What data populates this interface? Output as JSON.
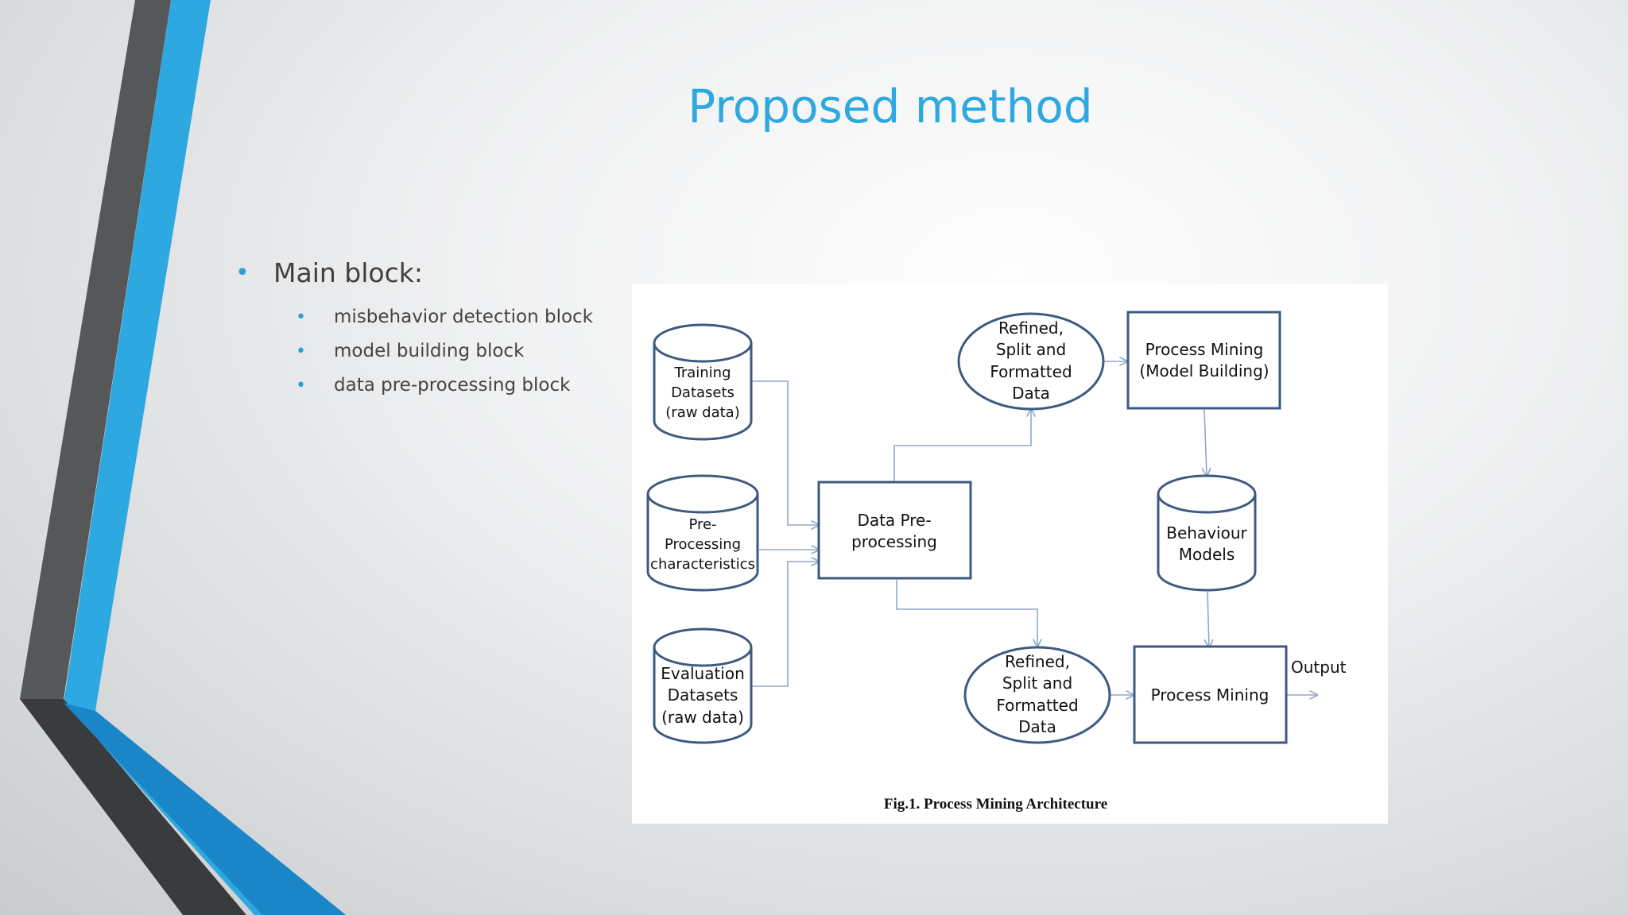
{
  "slide": {
    "title": "Proposed method",
    "bullet": "Main block:",
    "sub_bullets": [
      "misbehavior detection block",
      "model building block",
      "data pre-processing block"
    ]
  },
  "diagram": {
    "caption": "Fig.1. Process Mining Architecture",
    "nodes": {
      "training": [
        "Training",
        "Datasets",
        "(raw data)"
      ],
      "preproc_char": [
        "Pre-",
        "Processing",
        "characteristics"
      ],
      "evaluation": [
        "Evaluation",
        "Datasets",
        "(raw data)"
      ],
      "data_preproc": [
        "Data Pre-",
        "processing"
      ],
      "refined_top": [
        "Refined,",
        "Split and",
        "Formatted",
        "Data"
      ],
      "refined_bottom": [
        "Refined,",
        "Split and",
        "Formatted",
        "Data"
      ],
      "pm_model": [
        "Process Mining",
        "(Model Building)"
      ],
      "behaviour": [
        "Behaviour",
        "Models"
      ],
      "pm": [
        "Process Mining"
      ],
      "output": "Output"
    }
  },
  "colors": {
    "title": "#2ea8e0",
    "accent_blue": "#2ea8e0",
    "node_stroke": "#3d5a80",
    "connector": "#8fa9c9"
  }
}
